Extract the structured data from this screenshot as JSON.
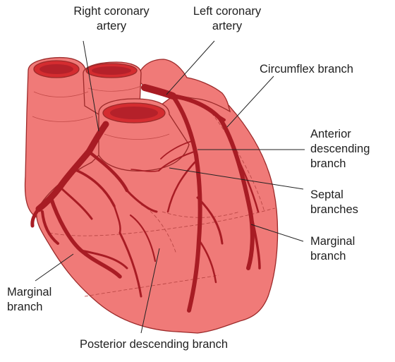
{
  "labels": {
    "right_coronary_artery": "Right coronary\nartery",
    "left_coronary_artery": "Left coronary\nartery",
    "circumflex_branch": "Circumflex branch",
    "anterior_descending_branch": "Anterior\ndescending\nbranch",
    "septal_branches": "Septal\nbranches",
    "marginal_branch_right": "Marginal\nbranch",
    "marginal_branch_left": "Marginal\nbranch",
    "posterior_descending_branch": "Posterior descending branch"
  },
  "colors": {
    "heart_fill": "#f07a78",
    "heart_outline": "#9c2a2a",
    "artery": "#a81c24",
    "vessel_lumen": "#d42c30",
    "leader_line": "#222222"
  }
}
